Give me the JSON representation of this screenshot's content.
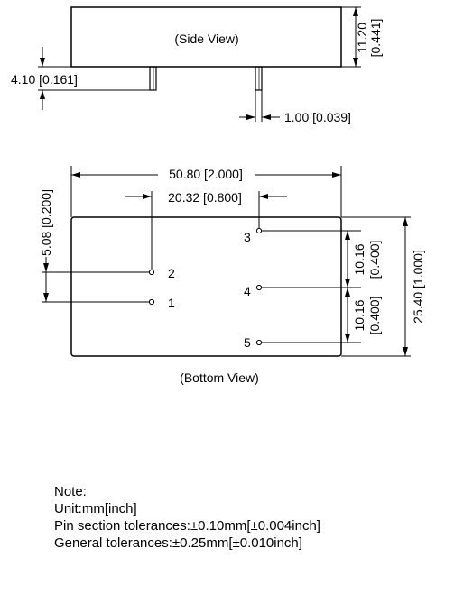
{
  "side_view": {
    "title": "(Side View)",
    "height_dim": "11.20",
    "height_dim_inch": "[0.441]",
    "pin_length_dim": "4.10 [0.161]",
    "pin_width_dim": "1.00 [0.039]"
  },
  "bottom_view": {
    "title": "(Bottom View)",
    "width_dim": "50.80 [2.000]",
    "pin_spacing_dim": "20.32 [0.800]",
    "pin_offset_dim": "5.08 [0.200]",
    "pitch_upper_dim": "10.16",
    "pitch_upper_dim_inch": "[0.400]",
    "pitch_lower_dim": "10.16",
    "pitch_lower_dim_inch": "[0.400]",
    "height_dim": "25.40 [1.000]",
    "pins": [
      "1",
      "2",
      "3",
      "4",
      "5"
    ]
  },
  "notes": {
    "heading": "Note:",
    "unit": "Unit:mm[inch]",
    "pin_tolerance": "Pin section tolerances:±0.10mm[±0.004inch]",
    "general_tolerance": "General tolerances:±0.25mm[±0.010inch]"
  }
}
